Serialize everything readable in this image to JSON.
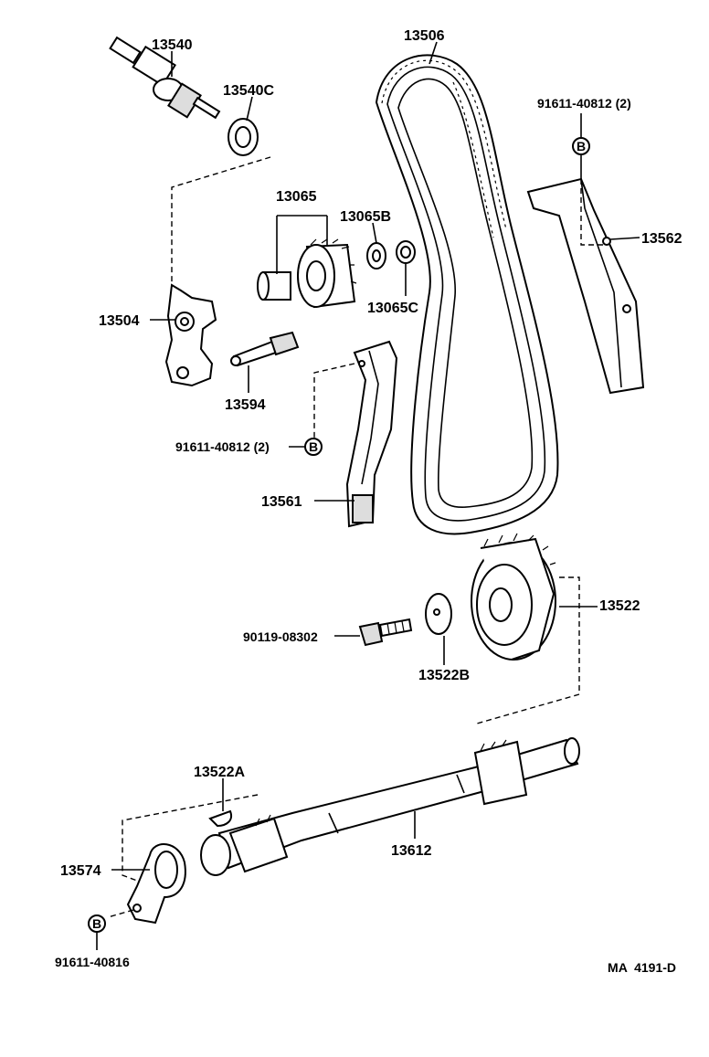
{
  "diagram_code": "MA  4191-D",
  "bolt_symbol": "B",
  "callouts": {
    "p13540": "13540",
    "p13540C": "13540C",
    "p13506": "13506",
    "p91611_40812_top": "91611-40812 (2)",
    "p13065": "13065",
    "p13065B": "13065B",
    "p13065C": "13065C",
    "p13562": "13562",
    "p13504": "13504",
    "p13594": "13594",
    "p91611_40812_left": "91611-40812 (2)",
    "p13561": "13561",
    "p13522": "13522",
    "p90119_08302": "90119-08302",
    "p13522B": "13522B",
    "p13522A": "13522A",
    "p13612": "13612",
    "p13574": "13574",
    "p91611_40816": "91611-40816"
  }
}
